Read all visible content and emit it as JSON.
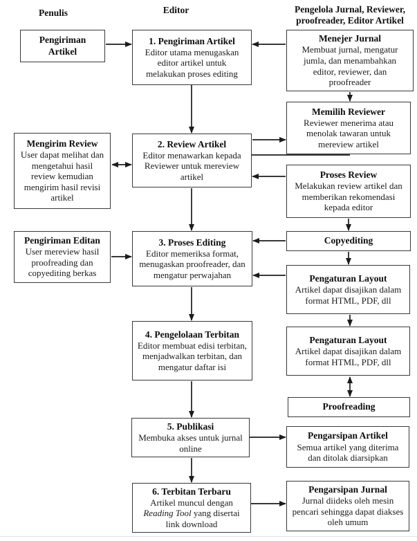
{
  "headers": {
    "penulis": "Penulis",
    "editor": "Editor",
    "pengelola": "Pengelola Jurnal, Reviewer, proofreader, Editor Artikel"
  },
  "boxes": {
    "pengiriman_artikel": {
      "title": "Pengiriman Artikel"
    },
    "mengirim_review": {
      "title": "Mengirim Review",
      "body": "User dapat melihat dan mengetahui hasil review kemudian mengirim hasil revisi artikel"
    },
    "pengiriman_editan": {
      "title": "Pengiriman Editan",
      "body": "User mereview hasil proofreading dan copyediting berkas"
    },
    "step1": {
      "title": "1. Pengiriman Artikel",
      "body": "Editor utama menugaskan editor artikel untuk melakukan proses editing"
    },
    "step2": {
      "title": "2. Review Artikel",
      "body": "Editor menawarkan kepada Reviewer untuk mereview artikel"
    },
    "step3": {
      "title": "3. Proses Editing",
      "body": "Editor memeriksa format, menugaskan proofreader, dan mengatur perwajahan"
    },
    "step4": {
      "title": "4. Pengelolaan Terbitan",
      "body": "Editor membuat edisi terbitan, menjadwalkan terbitan, dan mengatur daftar isi"
    },
    "step5": {
      "title": "5. Publikasi",
      "body": "Membuka akses untuk jurnal online"
    },
    "step6": {
      "title": "6. Terbitan Terbaru",
      "body_before_italic": "Artikel muncul dengan",
      "body_italic": "Reading Tool",
      "body_after_italic": "yang disertai link download"
    },
    "menejer_jurnal": {
      "title": "Menejer Jurnal",
      "body": "Membuat jurnal, mengatur jumla, dan menambahkan editor, reviewer, dan proofreader"
    },
    "memilih_reviewer": {
      "title": "Memilih Reviewer",
      "body": "Reviewer menerima atau menolak tawaran untuk mereview artikel"
    },
    "proses_review": {
      "title": "Proses Review",
      "body": "Melakukan review artikel dan memberikan rekomendasi kepada editor"
    },
    "copyediting": {
      "title": "Copyediting"
    },
    "pengaturan_layout_1": {
      "title": "Pengaturan Layout",
      "body": "Artikel dapat disajikan dalam format HTML, PDF, dll"
    },
    "pengaturan_layout_2": {
      "title": "Pengaturan Layout",
      "body": "Artikel dapat disajikan dalam format HTML, PDF, dll"
    },
    "proofreading": {
      "title": "Proofreading"
    },
    "pengarsipan_artikel": {
      "title": "Pengarsipan Artikel",
      "body": "Semua artikel yang diterima dan ditolak diarsipkan"
    },
    "pengarsipan_jurnal": {
      "title": "Pengarsipan Jurnal",
      "body": "Jurnal diideks oleh mesin pencari sehingga dapat diakses oleh umum"
    }
  },
  "edges": [
    {
      "from": "pengiriman_artikel",
      "to": "step1",
      "style": "single"
    },
    {
      "from": "menejer_jurnal",
      "to": "step1",
      "style": "single"
    },
    {
      "from": "step1",
      "to": "step2",
      "style": "single"
    },
    {
      "from": "menejer_jurnal",
      "to": "memilih_reviewer",
      "style": "single"
    },
    {
      "from": "step2",
      "to": "memilih_reviewer",
      "style": "single"
    },
    {
      "from": "mengirim_review",
      "to": "step2",
      "style": "double"
    },
    {
      "from": "memilih_reviewer",
      "to": "proses_review",
      "style": "single"
    },
    {
      "from": "proses_review",
      "to": "step2",
      "style": "single"
    },
    {
      "from": "step2",
      "to": "step3",
      "style": "single"
    },
    {
      "from": "proses_review",
      "to": "copyediting",
      "style": "single"
    },
    {
      "from": "copyediting",
      "to": "step3",
      "style": "single"
    },
    {
      "from": "pengiriman_editan",
      "to": "step3",
      "style": "single"
    },
    {
      "from": "copyediting",
      "to": "pengaturan_layout_1",
      "style": "single"
    },
    {
      "from": "pengaturan_layout_1",
      "to": "step3",
      "style": "single"
    },
    {
      "from": "step3",
      "to": "step4",
      "style": "single"
    },
    {
      "from": "pengaturan_layout_1",
      "to": "pengaturan_layout_2",
      "style": "single"
    },
    {
      "from": "pengaturan_layout_2",
      "to": "proofreading",
      "style": "double"
    },
    {
      "from": "step4",
      "to": "step5",
      "style": "single"
    },
    {
      "from": "step5",
      "to": "pengarsipan_artikel",
      "style": "single"
    },
    {
      "from": "step5",
      "to": "step6",
      "style": "single"
    },
    {
      "from": "step6",
      "to": "pengarsipan_jurnal",
      "style": "single"
    }
  ],
  "colors": {
    "background": "#ffffff",
    "box_border": "#383838",
    "arrow": "#1c1c1c",
    "page_edge": "#dbe3ea"
  }
}
